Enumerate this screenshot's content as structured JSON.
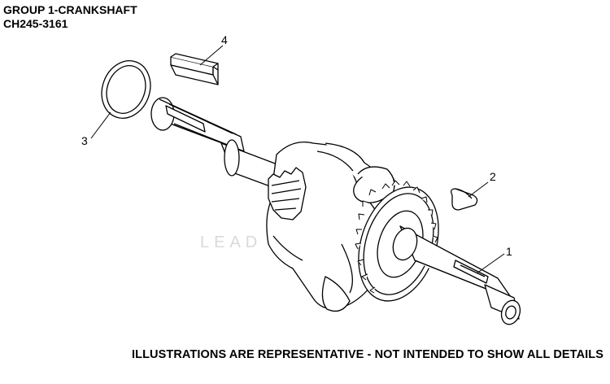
{
  "header": {
    "title_line1": "GROUP 1-CRANKSHAFT",
    "title_line2": "CH245-3161"
  },
  "callouts": {
    "c1": "1",
    "c2": "2",
    "c3": "3",
    "c4": "4"
  },
  "watermark": "LEAD",
  "footer": {
    "note": "ILLUSTRATIONS ARE REPRESENTATIVE - NOT INTENDED TO SHOW ALL DETAILS"
  },
  "icons": [
    "crankshaft-drawing",
    "key-drawing",
    "washer-drawing"
  ]
}
